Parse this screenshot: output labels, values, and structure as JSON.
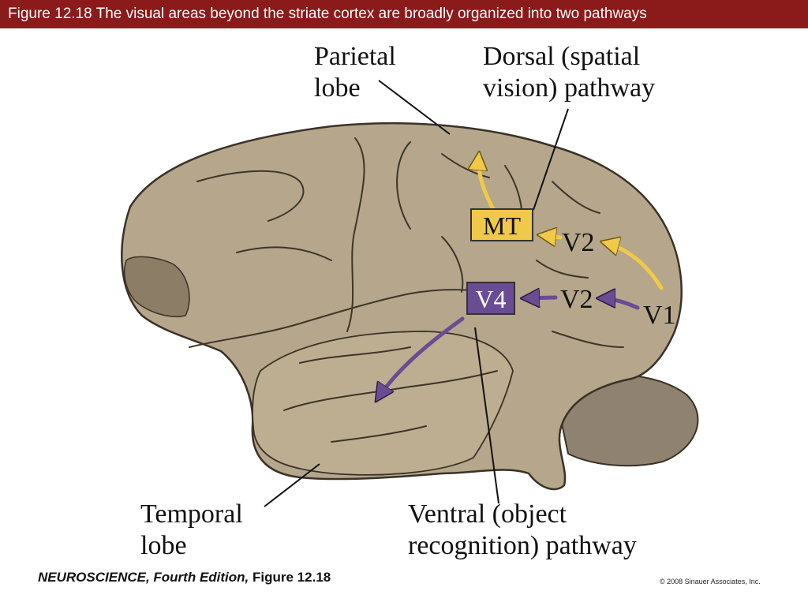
{
  "slide_title": "Figure 12.18  The visual areas beyond the striate cortex are broadly organized into two pathways",
  "labels": {
    "parietal_line1": "Parietal",
    "parietal_line2": "lobe",
    "dorsal_line1": "Dorsal (spatial",
    "dorsal_line2": "vision) pathway",
    "temporal_line1": "Temporal",
    "temporal_line2": "lobe",
    "ventral_line1": "Ventral (object",
    "ventral_line2": "recognition) pathway"
  },
  "areas": {
    "mt": "MT",
    "v4": "V4",
    "v2_dorsal": "V2",
    "v2_ventral": "V2",
    "v1": "V1"
  },
  "footer": {
    "book": "NEUROSCIENCE, Fourth Edition,",
    "figure": "Figure 12.18",
    "copyright": "© 2008 Sinauer Associates, Inc."
  },
  "colors": {
    "title_bar": "#8b1a1a",
    "brain": "#b5a68c",
    "dorsal_pathway": "#f0c94a",
    "ventral_pathway": "#6a4c93"
  }
}
